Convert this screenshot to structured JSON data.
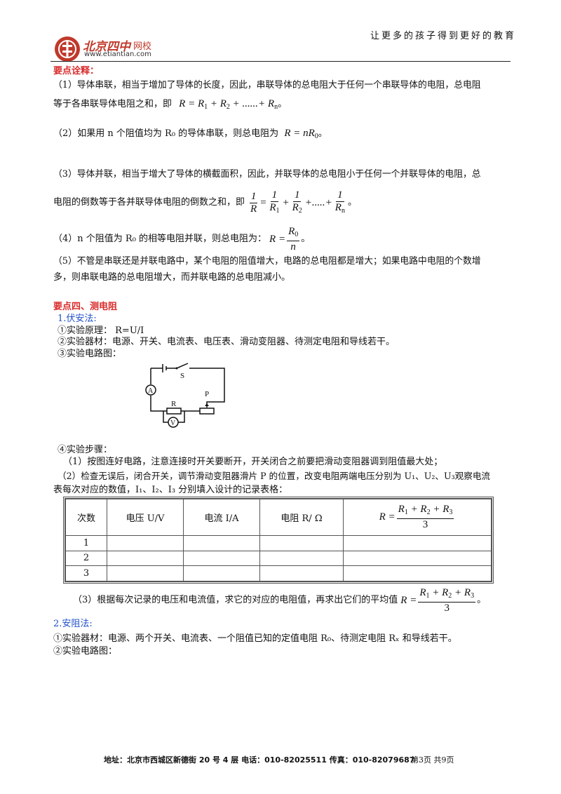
{
  "header": {
    "logo_cn": "北京四中",
    "logo_sub": "网校",
    "logo_url": "www.etiantian.com",
    "slogan": "让更多的孩子得到更好的教育"
  },
  "section_explain": {
    "title": "要点诠释：",
    "p1_line1": "（1）导体串联，相当于增加了导体的长度，因此，串联导体的总电阻大于任何一个串联导体的电阻，总电阻",
    "p1_line2": "等于各串联导体电阻之和，即",
    "p2": "（2）如果用 n 个阻值均为 R₀ 的导体串联，则总电阻为",
    "p3_line1": "（3）导体并联，相当于增大了导体的横截面积，因此，并联导体的总电阻小于任何一个并联导体的电阻，总",
    "p3_line2": "电阻的倒数等于各并联导体电阻的倒数之和，即",
    "p4": "（4）n 个阻值为 R₀ 的相等电阻并联，则总电阻为：",
    "p5_line1": "（5）不管是串联还是并联电路中，某个电阻的阻值增大，电路的总电阻都是增大；如果电路中电阻的个数增",
    "p5_line2": "多，则串联电路的总电阻增大，而并联电路的总电阻减小。"
  },
  "section_measure": {
    "title": "要点四、测电阻",
    "sub1": "1.伏安法:",
    "item1": "①实验原理：  R=U/I",
    "item2": "②实验器材：电源、开关、电流表、电压表、滑动变阻器、待测定电阻和导线若干。",
    "item3": "③实验电路图：",
    "item4": "④实验步骤：",
    "step1": "（1）按图连好电路，注意连接时开关要断开，开关闭合之前要把滑动变阻器调到阻值最大处；",
    "step2_line1": "（2）检查无误后，闭合开关，调节滑动变阻器滑片 P 的位置，改变电阻两端电压分别为 U₁、U₂、U₃观察电流",
    "step2_line2": "表每次对应的数值，I₁、I₂、I₃ 分别填入设计的记录表格：",
    "step3": "（3）根据每次记录的电压和电流值，求它的对应的电阻值，再求出它们的平均值",
    "sub2": "2.安阻法:",
    "item5": "①实验器材：电源、两个开关、电流表、一个阻值已知的定值电阻 R₀、待测定电阻 Rₓ 和导线若干。",
    "item6": "②实验电路图："
  },
  "circuit_labels": {
    "switch": "S",
    "ammeter": "A",
    "resistor": "R",
    "rheostat": "P",
    "voltmeter": "V"
  },
  "table": {
    "headers": [
      "次数",
      "电压 U/V",
      "电流 I/A",
      "电阻 R/ Ω"
    ],
    "rows": [
      "1",
      "2",
      "3"
    ]
  },
  "footer": {
    "text": "地址：北京市西城区新德街 20 号 4 层  电话：010-82025511  传真：010-82079687",
    "page": "第3页  共9页"
  }
}
